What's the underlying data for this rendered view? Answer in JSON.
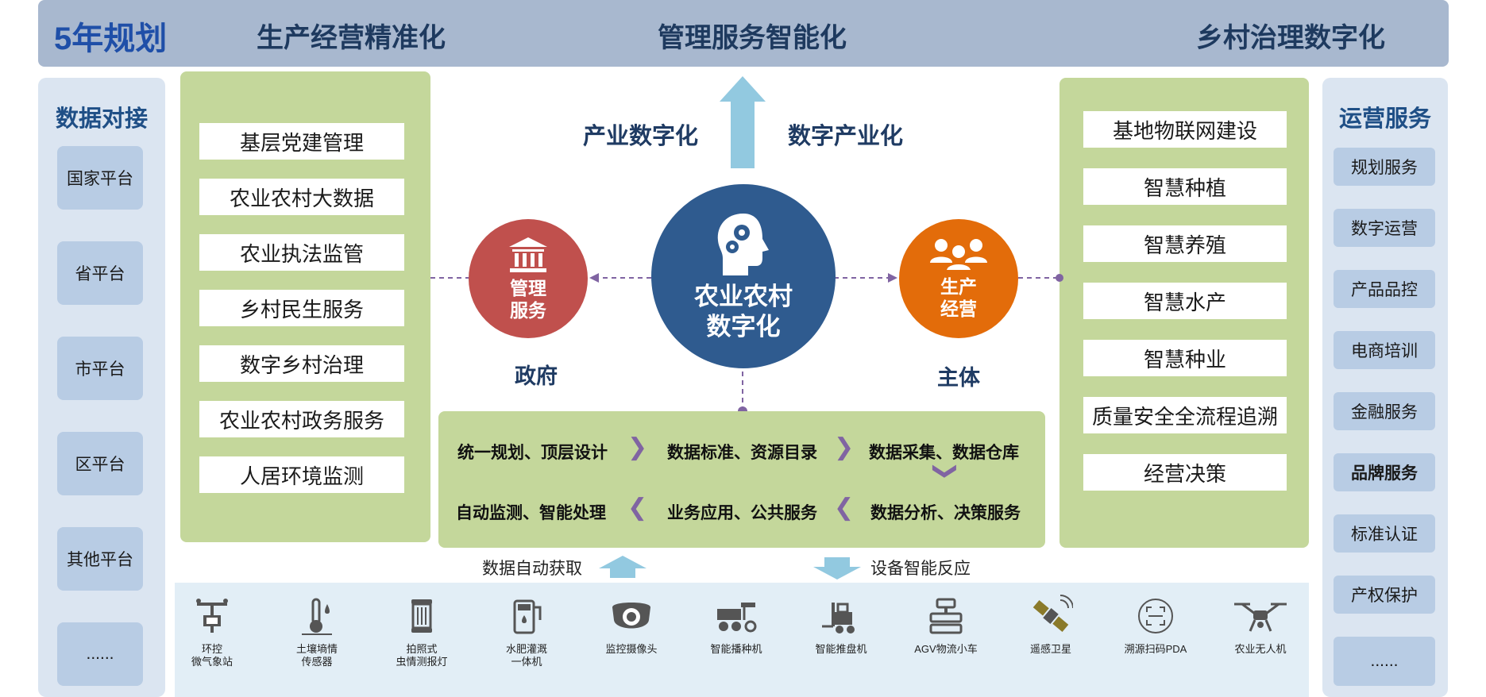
{
  "banner": {
    "plan": "5年规划",
    "goal1": "生产经营精准化",
    "goal2": "管理服务智能化",
    "goal3": "乡村治理数字化"
  },
  "left_col": {
    "title": "数据对接",
    "items": [
      "国家平台",
      "省平台",
      "市平台",
      "区平台",
      "其他平台",
      "......"
    ]
  },
  "gov_panel": {
    "items": [
      "基层党建管理",
      "农业农村大数据",
      "农业执法监管",
      "乡村民生服务",
      "数字乡村治理",
      "农业农村政务服务",
      "人居环境监测"
    ]
  },
  "center": {
    "industry_digital": "产业数字化",
    "digital_industry": "数字产业化",
    "core_line1": "农业农村",
    "core_line2": "数字化",
    "gov_circle_line1": "管理",
    "gov_circle_line2": "服务",
    "gov_label": "政府",
    "ent_circle_line1": "生产",
    "ent_circle_line2": "经营",
    "ent_label": "主体"
  },
  "process": {
    "row1": [
      "统一规划、顶层设计",
      "数据标准、资源目录",
      "数据采集、数据仓库"
    ],
    "row2": [
      "自动监测、智能处理",
      "业务应用、公共服务",
      "数据分析、决策服务"
    ]
  },
  "flow": {
    "up_label": "数据自动获取",
    "down_label": "设备智能反应"
  },
  "prod_panel": {
    "items": [
      "基地物联网建设",
      "智慧种植",
      "智慧养殖",
      "智慧水产",
      "智慧种业",
      "质量安全全流程追溯",
      "经营决策"
    ]
  },
  "right_col": {
    "title": "运营服务",
    "items": [
      "规划服务",
      "数字运营",
      "产品品控",
      "电商培训",
      "金融服务",
      "品牌服务",
      "标准认证",
      "产权保护",
      "......"
    ]
  },
  "devices": [
    {
      "label": "环控\n微气象站",
      "icon": "weather-station-icon"
    },
    {
      "label": "土壤墒情\n传感器",
      "icon": "soil-sensor-icon"
    },
    {
      "label": "拍照式\n虫情测报灯",
      "icon": "insect-lamp-icon"
    },
    {
      "label": "水肥灌溉\n一体机",
      "icon": "irrigation-machine-icon"
    },
    {
      "label": "监控摄像头",
      "icon": "camera-icon"
    },
    {
      "label": "智能播种机",
      "icon": "seeder-icon"
    },
    {
      "label": "智能推盘机",
      "icon": "forklift-icon"
    },
    {
      "label": "AGV物流小车",
      "icon": "agv-cart-icon"
    },
    {
      "label": "遥感卫星",
      "icon": "satellite-icon"
    },
    {
      "label": "溯源扫码PDA",
      "icon": "qr-scan-icon"
    },
    {
      "label": "农业无人机",
      "icon": "drone-icon"
    }
  ],
  "colors": {
    "banner": "#a8b8cf",
    "side_column": "#dbe5f1",
    "green_panel": "#c4d79b",
    "core_circle": "#2f5b8f",
    "gov_circle": "#c0504d",
    "ent_circle": "#e36c0a",
    "arrow": "#92c9e0",
    "chevron": "#8064a2"
  }
}
